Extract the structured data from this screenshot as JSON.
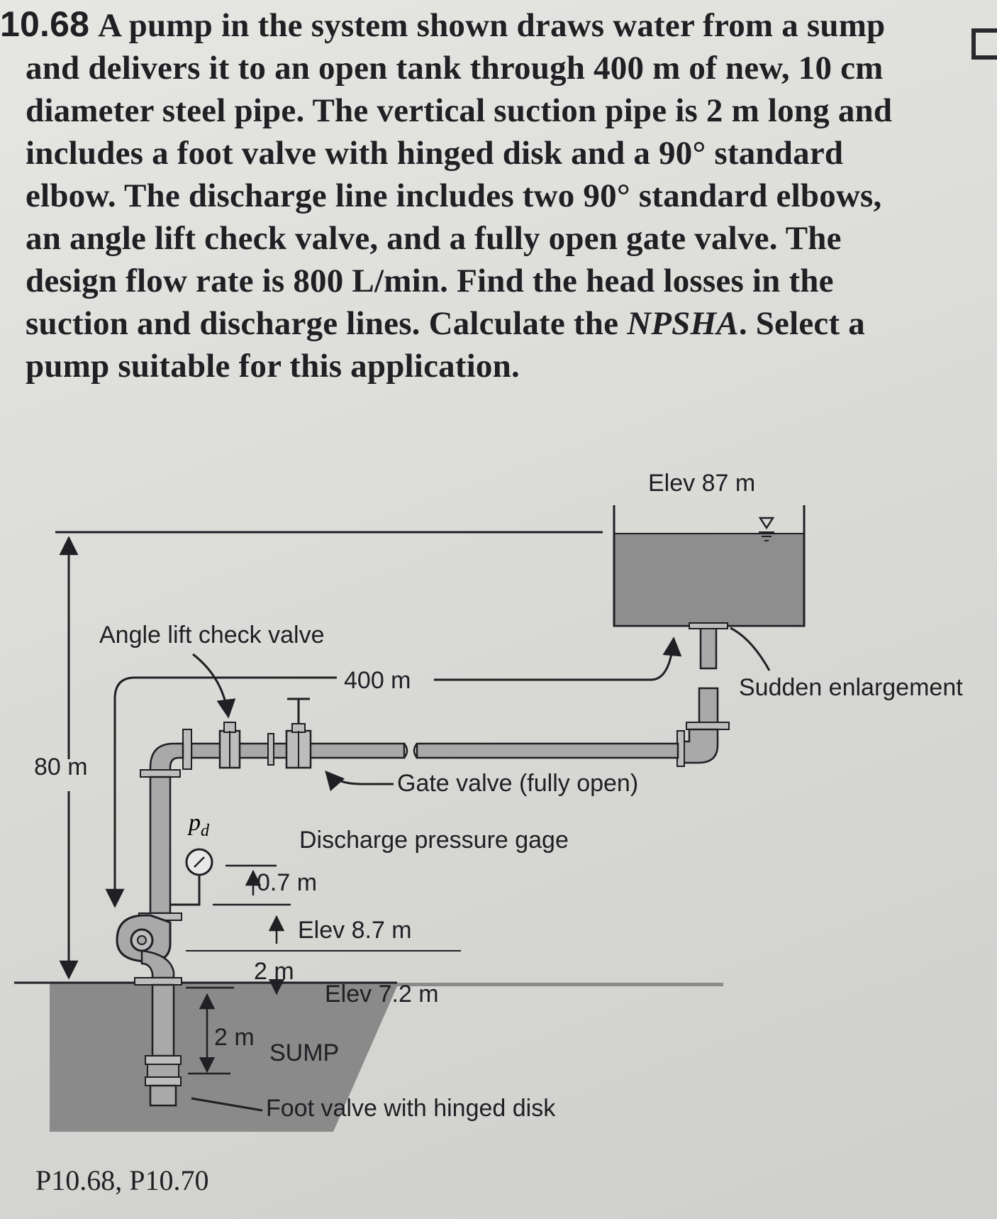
{
  "problem": {
    "number": "10.68",
    "lines": [
      "A pump in the system shown draws water from a sump",
      "and delivers it to an open tank through 400 m of new, 10 cm",
      "diameter steel pipe. The vertical suction pipe is 2 m long and",
      "includes a foot valve with hinged disk and a 90° standard",
      "elbow. The discharge line includes two 90° standard elbows,",
      "an angle lift check valve, and a fully open gate valve. The",
      "design flow rate is 800 L/min. Find the head losses in the",
      "suction and discharge lines. Calculate the ",
      "pump suitable for this application."
    ],
    "italic_term": "NPSHA",
    "line8_tail": ". Select a"
  },
  "figure": {
    "labels": {
      "elev_top": "Elev 87 m",
      "check_valve": "Angle lift check valve",
      "pipe_length": "400 m",
      "sudden_enlargement": "Sudden enlargement",
      "height_80": "80 m",
      "gate_valve": "Gate valve (fully open)",
      "pressure_symbol": "p",
      "pressure_sub": "d",
      "discharge_gage": "Discharge pressure gage",
      "dim_0_7": "0.7 m",
      "elev_8_7": "Elev 8.7 m",
      "dim_2m_a": "2 m",
      "elev_7_2": "Elev 7.2 m",
      "dim_2m_b": "2 m",
      "sump": "SUMP",
      "foot_valve": "Foot valve with hinged disk"
    },
    "caption": "P10.68, P10.70"
  },
  "colors": {
    "ink": "#1f1f24",
    "water": "#8e8e8e",
    "pipe": "#a9a9a9",
    "sump_fill": "#8a8a8a"
  }
}
